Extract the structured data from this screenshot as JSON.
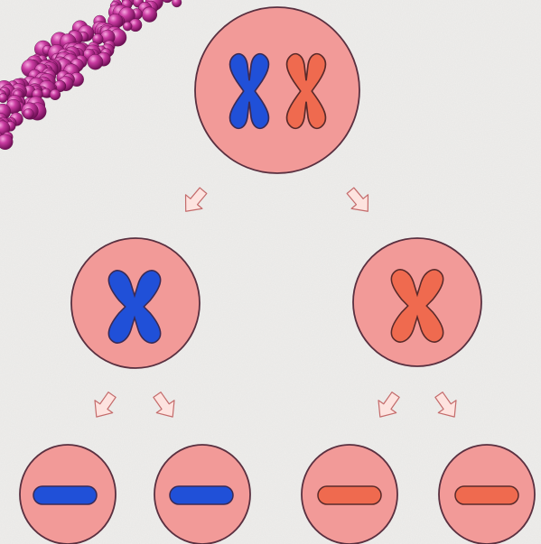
{
  "colors": {
    "paper": "#efeeec",
    "cell_fill": "#f29a98",
    "cell_stroke": "#5a3040",
    "blue": "#2050d8",
    "orange": "#ef6a4f",
    "arrow_fill": "#fde3df",
    "arrow_stroke": "#c46b6b",
    "chromatin_dark": "#8a1a6a",
    "chromatin_mid": "#b72e8f",
    "chromatin_light": "#e06cc0"
  },
  "diagram": {
    "stages": [
      {
        "name": "parent-cell",
        "chromosomes": [
          "blue-x",
          "orange-x"
        ]
      },
      {
        "name": "daughter-cells",
        "chromosomes": [
          "blue-x",
          "orange-x"
        ]
      },
      {
        "name": "gamete-cells",
        "chromosomes": [
          "blue-bar",
          "blue-bar",
          "orange-bar",
          "orange-bar"
        ]
      }
    ],
    "decoration": "pink-chromatin-strand"
  }
}
